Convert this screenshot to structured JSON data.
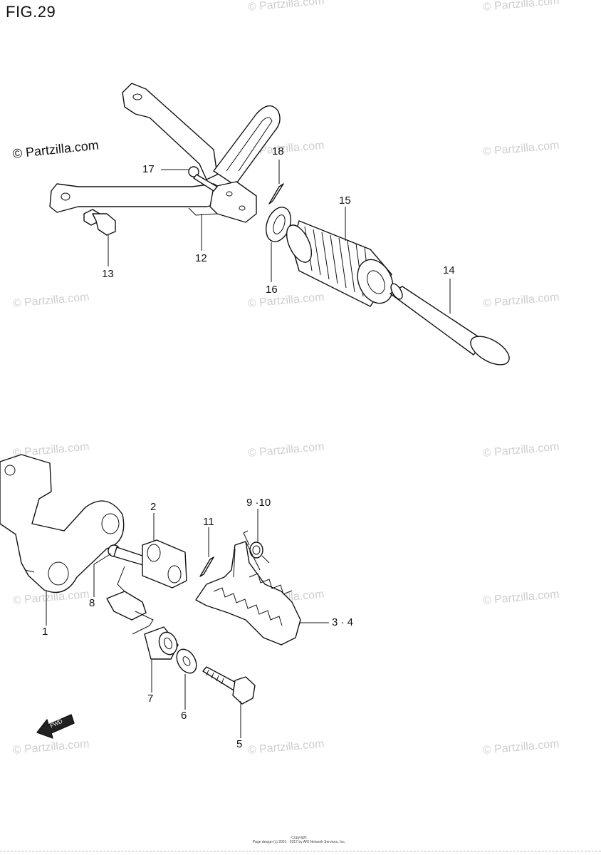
{
  "figure": {
    "title": "FIG.29"
  },
  "watermark": {
    "text": "© Partzilla.com",
    "dark_text": "© Partzilla.com"
  },
  "callouts": {
    "c1": "1",
    "c2": "2",
    "c34": "3 · 4",
    "c5": "5",
    "c6": "6",
    "c7": "7",
    "c8": "8",
    "c910": "9 ·10",
    "c11": "11",
    "c12": "12",
    "c13": "13",
    "c14": "14",
    "c15": "15",
    "c16": "16",
    "c17": "17",
    "c18": "18"
  },
  "fwd_label": "FWD",
  "footer": {
    "line1": "Copyright",
    "line2": "Page design (c) 2001 - 2017 by ARI Network Services, Inc."
  }
}
